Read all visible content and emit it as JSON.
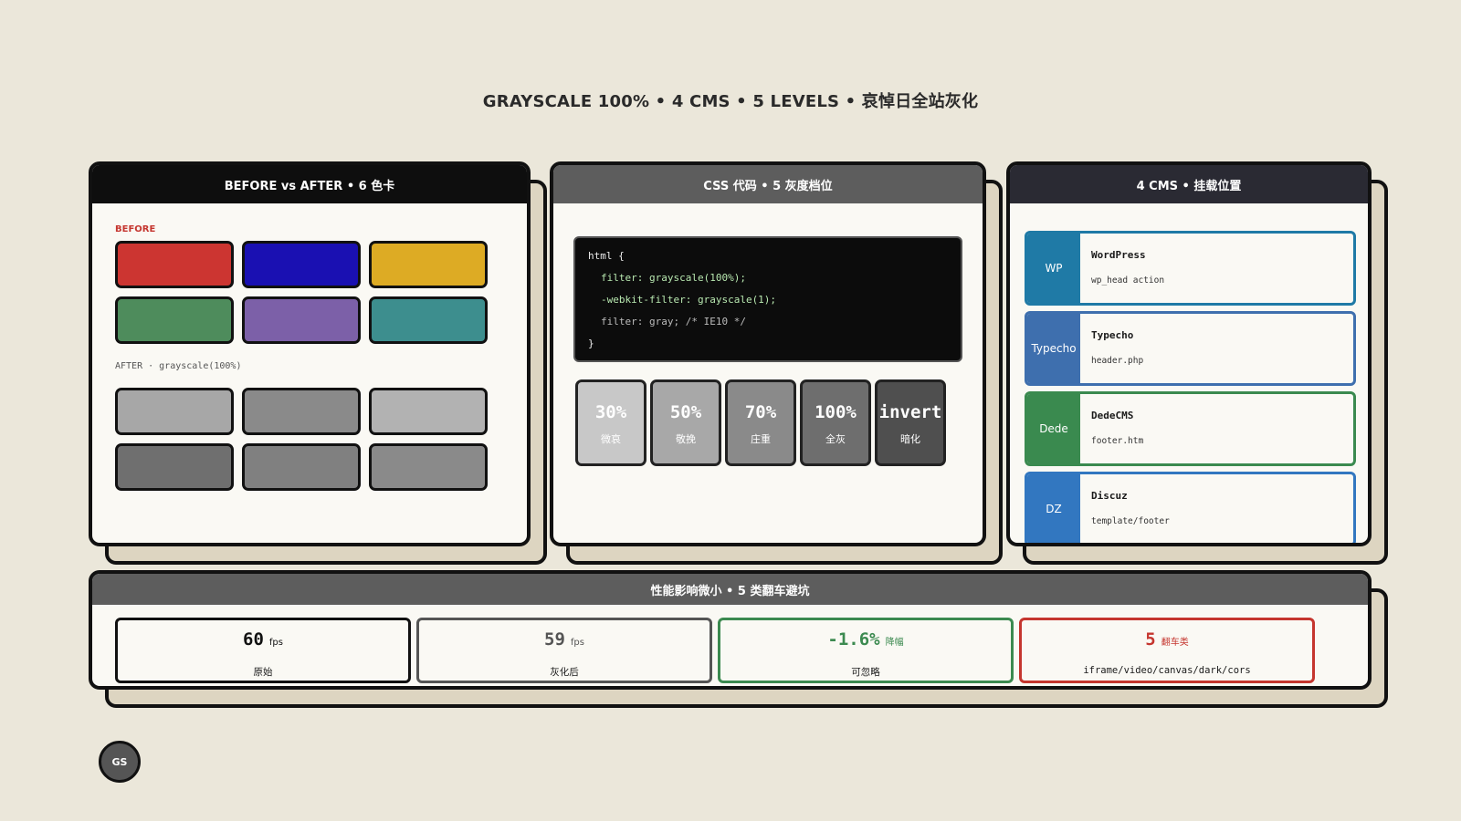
{
  "title": "GRAYSCALE 100% • 4 CMS • 5 LEVELS • 哀悼日全站灰化",
  "panel_before_after": {
    "header": "BEFORE vs AFTER • 6 色卡",
    "before_label": "BEFORE",
    "after_label": "AFTER · grayscale(100%)",
    "before_colors": [
      "#cc3531",
      "#1a10b2",
      "#ddab24",
      "#4e8c5c",
      "#7c60a8",
      "#3d8e8e"
    ],
    "after_colors": [
      "#a7a7a7",
      "#8a8a8a",
      "#b2b2b2",
      "#6f6f6f",
      "#808080",
      "#8a8a8a"
    ]
  },
  "panel_css": {
    "header": "CSS 代码 • 5 灰度档位",
    "code_lines": [
      "html {",
      "filter: grayscale(100%);",
      "-webkit-filter: grayscale(1);",
      "filter: gray;  /* IE10 */",
      "}"
    ],
    "levels": [
      {
        "value": "30%",
        "label": "微哀",
        "bg": "#c8c8c8"
      },
      {
        "value": "50%",
        "label": "敬挽",
        "bg": "#a8a8a8"
      },
      {
        "value": "70%",
        "label": "庄重",
        "bg": "#8a8a8a"
      },
      {
        "value": "100%",
        "label": "全灰",
        "bg": "#6e6e6e"
      },
      {
        "value": "invert",
        "label": "暗化",
        "bg": "#4f4f4f"
      }
    ]
  },
  "panel_cms": {
    "header": "4 CMS • 挂载位置",
    "items": [
      {
        "badge": "WP",
        "name": "WordPress",
        "file": "wp_head action",
        "color": "#1f7aa6"
      },
      {
        "badge": "Typecho",
        "name": "Typecho",
        "file": "header.php",
        "color": "#3e6fae"
      },
      {
        "badge": "Dede",
        "name": "DedeCMS",
        "file": "footer.htm",
        "color": "#3a8a4f"
      },
      {
        "badge": "DZ",
        "name": "Discuz",
        "file": "template/footer",
        "color": "#3277c0"
      }
    ]
  },
  "panel_perf": {
    "header": "性能影响微小 • 5 类翻车避坑",
    "stats": [
      {
        "value": "60",
        "unit": "fps",
        "label": "原始",
        "color": "#111111"
      },
      {
        "value": "59",
        "unit": "fps",
        "label": "灰化后",
        "color": "#555555"
      },
      {
        "value": "-1.6%",
        "unit": "降幅",
        "label": "可忽略",
        "color": "#3c8a50"
      },
      {
        "value": "5",
        "unit": "翻车类",
        "label": "iframe/video/canvas/dark/cors",
        "color": "#c5362f"
      }
    ]
  },
  "avatar": "GS"
}
